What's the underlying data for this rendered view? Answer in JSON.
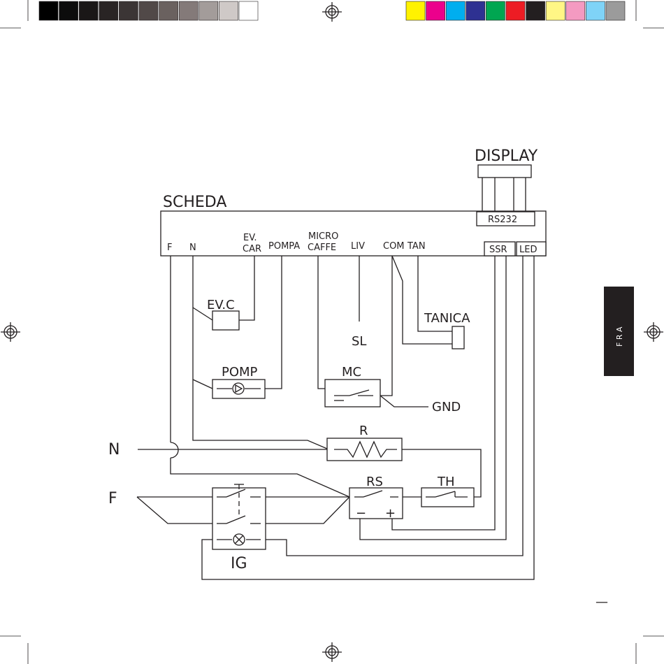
{
  "color_bars": {
    "grayscale": [
      "#000000",
      "#0c0c0c",
      "#1a1717",
      "#292424",
      "#3b3535",
      "#514948",
      "#6a615f",
      "#847a79",
      "#a39c9a",
      "#cfc9c7",
      "#ffffff"
    ],
    "process": [
      "#fff200",
      "#ec008c",
      "#00aeef",
      "#2e3192",
      "#00a651",
      "#ed1c24",
      "#231f20",
      "#fff685",
      "#f49ac1",
      "#7fd3f7",
      "#9b9b9b"
    ]
  },
  "labels": {
    "display": "DISPLAY",
    "scheda": "SCHEDA",
    "rs232": "RS232",
    "ssr": "SSR",
    "led": "LED",
    "f_term": "F",
    "n_term": "N",
    "ev_car_1": "EV.",
    "ev_car_2": "CAR",
    "pompa": "POMPA",
    "micro": "MICRO",
    "caffe": "CAFFE",
    "liv": "LIV",
    "com": "COM",
    "tan": "TAN",
    "evc": "EV.C",
    "pomp": "POMP",
    "mc": "MC",
    "sl": "SL",
    "tanica": "TANICA",
    "gnd": "GND",
    "r": "R",
    "rs": "RS",
    "th": "TH",
    "ig": "IG",
    "n_line": "N",
    "f_line": "F",
    "rs_minus": "−",
    "rs_plus": "+"
  },
  "side_tab": {
    "text": "F R A",
    "color": "#231f20"
  },
  "page_mark": "—"
}
